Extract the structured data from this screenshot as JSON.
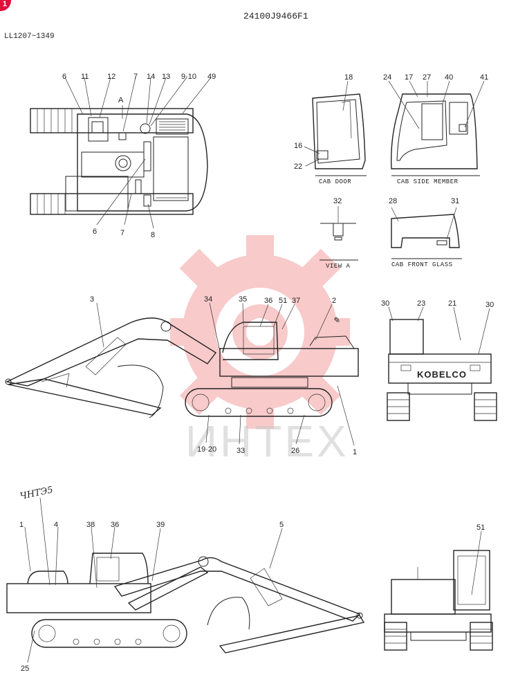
{
  "header": {
    "drawing_number": "24100J9466F1",
    "serial_range": "LL1207~1349",
    "corner_badge": "1"
  },
  "watermark": {
    "text": "ИНТЕХ",
    "gear_color": "#f4a0a0",
    "text_color": "#c8c8c8"
  },
  "views": {
    "top_view": {
      "marker": "A",
      "callouts_top": [
        "6",
        "11",
        "12",
        "7",
        "14",
        "13",
        "9·10",
        "49"
      ],
      "callouts_bottom": [
        "6",
        "7",
        "8"
      ]
    },
    "cab_door": {
      "caption": "CAB DOOR",
      "callouts": [
        "18",
        "16",
        "22"
      ]
    },
    "cab_side_member": {
      "caption": "CAB SIDE MEMBER",
      "callouts": [
        "24",
        "17",
        "27",
        "40",
        "41"
      ]
    },
    "view_a": {
      "caption": "VIEW A",
      "callouts": [
        "32"
      ]
    },
    "cab_front_glass": {
      "caption": "CAB FRONT GLASS",
      "callouts": [
        "28",
        "31"
      ]
    },
    "left_side": {
      "callouts": [
        "3",
        "34",
        "35",
        "36",
        "51",
        "37",
        "2",
        "19·20",
        "33",
        "26",
        "1"
      ]
    },
    "rear_view": {
      "callouts": [
        "30",
        "23",
        "21",
        "30"
      ],
      "brand_text": "KOBELCO"
    },
    "right_side": {
      "callouts": [
        "1",
        "4",
        "38",
        "36",
        "39",
        "5",
        "25"
      ],
      "handwritten_mark": "ЧНТЭ5"
    },
    "front_view": {
      "callouts": [
        "51"
      ]
    }
  }
}
